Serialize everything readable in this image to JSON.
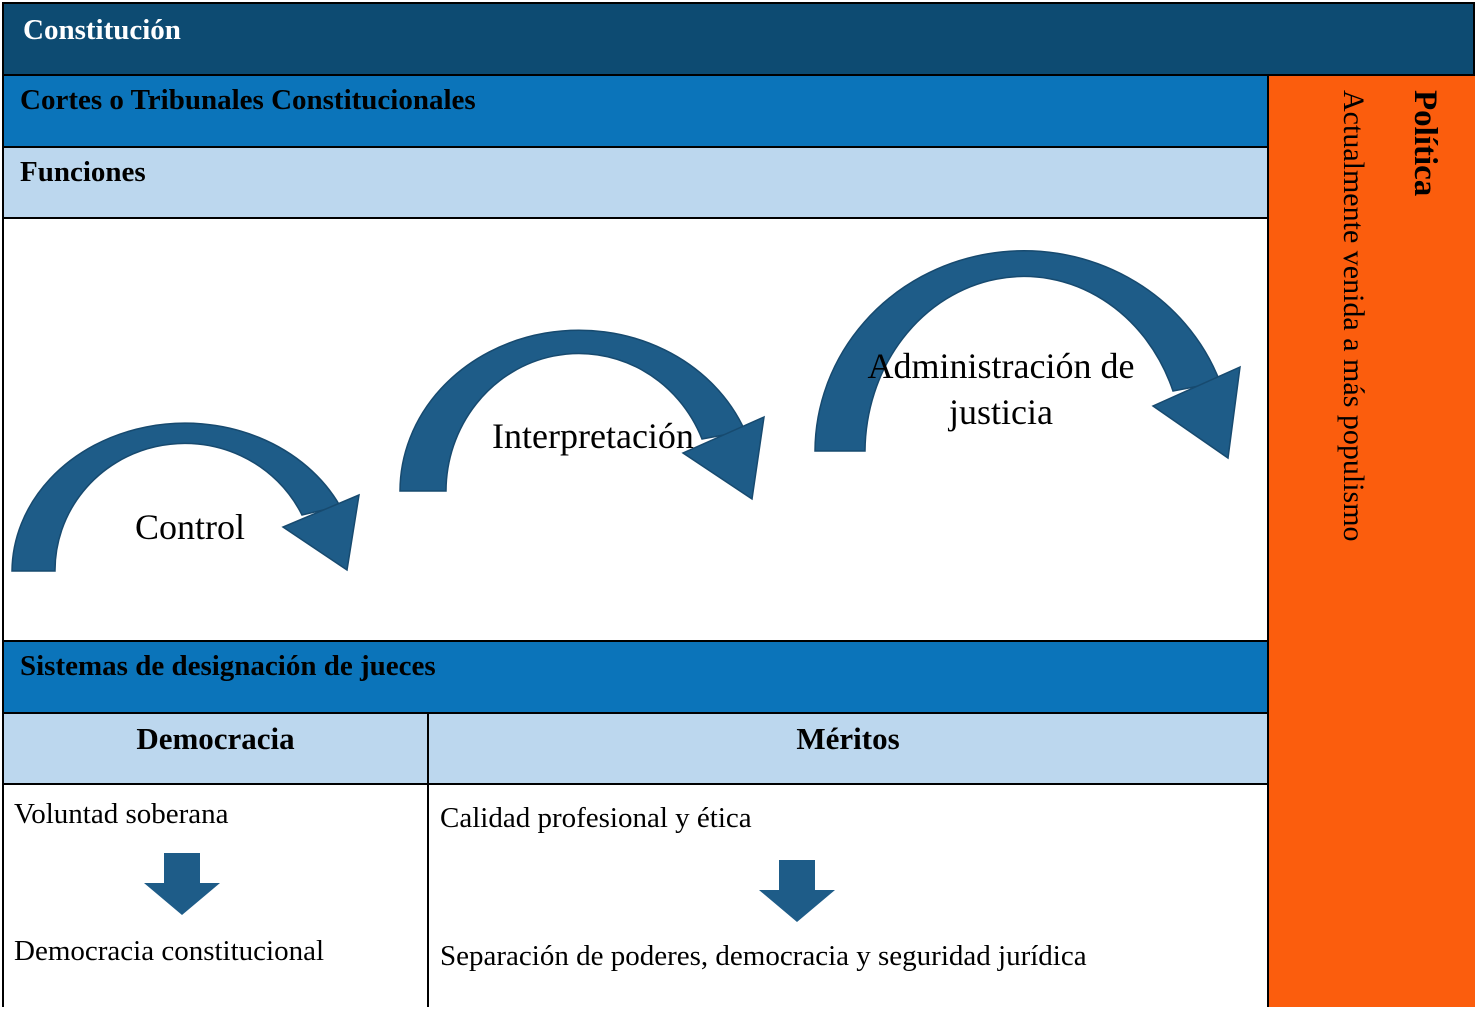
{
  "title_bar": {
    "label": "Constitución"
  },
  "courts_bar": {
    "label": "Cortes o Tribunales Constitucionales"
  },
  "functions_section": {
    "label": "Funciones",
    "arcs": [
      {
        "label": "Control"
      },
      {
        "label": "Interpretación"
      },
      {
        "label": "Administración de justicia"
      }
    ]
  },
  "designation_section": {
    "label": "Sistemas de designación de jueces",
    "columns": [
      {
        "header": "Democracia",
        "source": "Voluntad soberana",
        "result": "Democracia constitucional"
      },
      {
        "header": "Méritos",
        "source": "Calidad profesional y ética",
        "result": "Separación de poderes, democracia y seguridad jurídica"
      }
    ]
  },
  "politics_sidebar": {
    "title": "Política",
    "note": "Actualmente venida a más populismo"
  },
  "colors": {
    "dark_blue": "#0D4B72",
    "medium_blue": "#0B74BA",
    "light_blue": "#BCD7EE",
    "shape_blue": "#1E5C88",
    "orange": "#FB5D0D",
    "border_black": "#000000",
    "title_text_white": "#ffffff"
  }
}
